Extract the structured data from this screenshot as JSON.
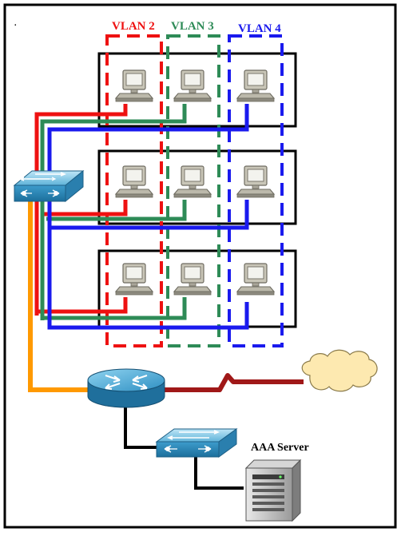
{
  "vlans": [
    {
      "label": "VLAN 2",
      "color": "#ee1111"
    },
    {
      "label": "VLAN 3",
      "color": "#2e8b57"
    },
    {
      "label": "VLAN 4",
      "color": "#1a1aee"
    }
  ],
  "uplink_color": "#ff9900",
  "wan_color": "#a01818",
  "server": {
    "label": "AAA Server"
  },
  "icons": {
    "workstation": "workstation-icon",
    "switch": "switch-icon",
    "router": "router-icon",
    "cloud": "cloud-icon",
    "server": "server-icon"
  }
}
